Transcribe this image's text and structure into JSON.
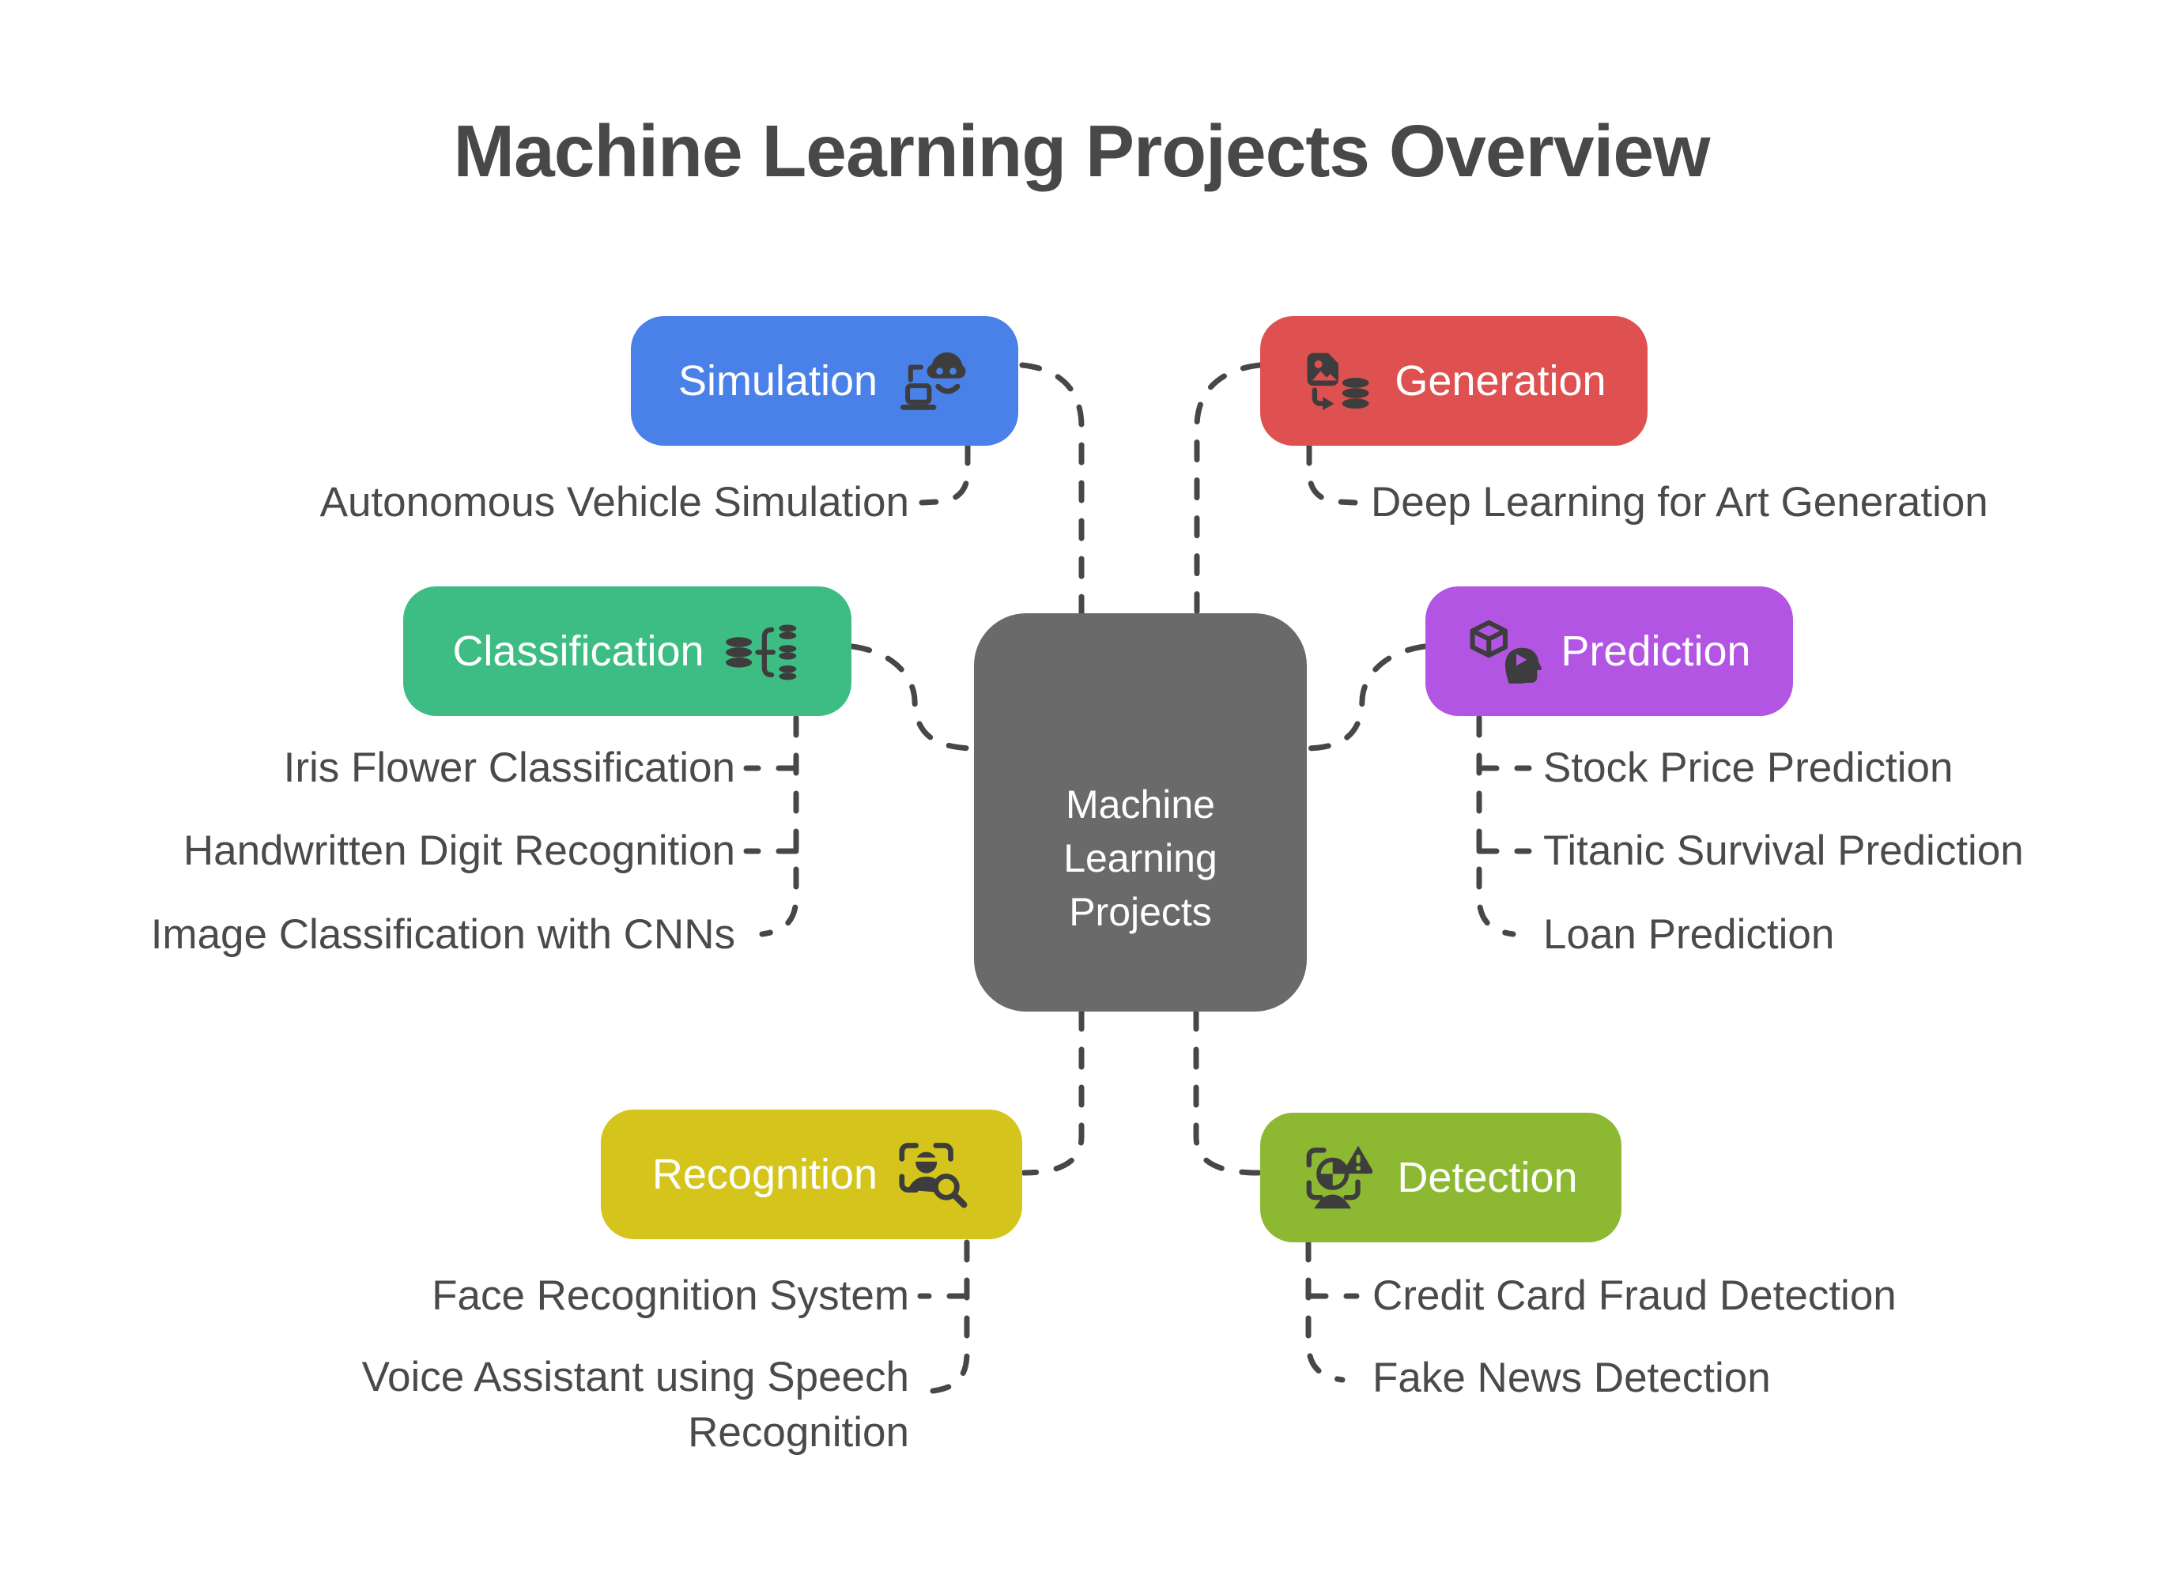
{
  "title": "Machine Learning Projects Overview",
  "center": {
    "label": "Machine Learning Projects",
    "color": "#6A6A6A"
  },
  "branches": [
    {
      "id": "simulation",
      "label": "Simulation",
      "color": "#4A81E8",
      "icon": "vr-user-laptop-icon",
      "items": [
        "Autonomous Vehicle Simulation"
      ]
    },
    {
      "id": "generation",
      "label": "Generation",
      "color": "#DF5050",
      "icon": "image-transform-database-icon",
      "items": [
        "Deep Learning for Art Generation"
      ]
    },
    {
      "id": "classification",
      "label": "Classification",
      "color": "#3DBD83",
      "icon": "database-branching-icon",
      "items": [
        "Iris Flower Classification",
        "Handwritten Digit Recognition",
        "Image Classification with CNNs"
      ]
    },
    {
      "id": "prediction",
      "label": "Prediction",
      "color": "#B355E3",
      "icon": "cube-mind-icon",
      "items": [
        "Stock Price Prediction",
        "Titanic Survival Prediction",
        "Loan Prediction"
      ]
    },
    {
      "id": "recognition",
      "label": "Recognition",
      "color": "#D4C41C",
      "icon": "face-scan-search-icon",
      "items": [
        "Face Recognition System",
        "Voice Assistant using Speech Recognition"
      ]
    },
    {
      "id": "detection",
      "label": "Detection",
      "color": "#8DB832",
      "icon": "anomaly-alert-scan-icon",
      "items": [
        "Credit Card Fraud Detection",
        "Fake News Detection"
      ]
    }
  ],
  "connector_color": "#474747",
  "text_color": "#4A4A4A"
}
